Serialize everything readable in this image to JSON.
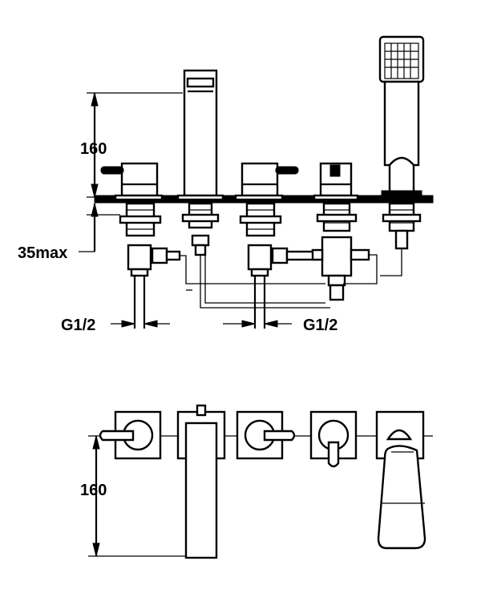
{
  "labels": {
    "height_top": "160",
    "deck_thickness": "35max",
    "thread_left": "G1/2",
    "thread_right": "G1/2",
    "reach_bottom": "160"
  },
  "colors": {
    "line": "#000000",
    "background": "#ffffff"
  }
}
